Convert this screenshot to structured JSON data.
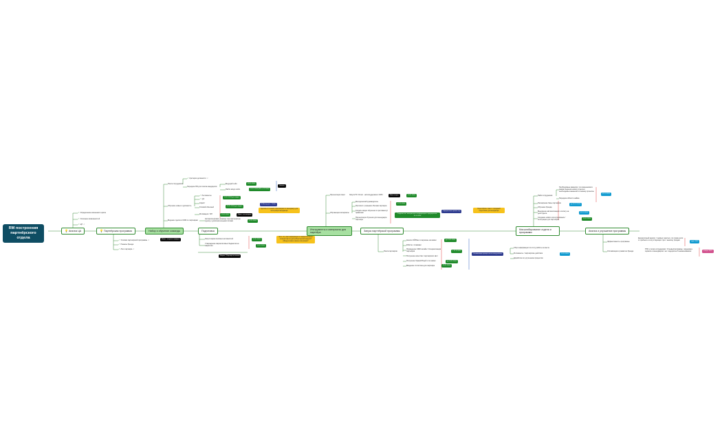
{
  "root": {
    "title": "RM построения партнёрского отдела"
  },
  "icons": {
    "idea": "lightbulb-icon",
    "done": "check-icon",
    "link": "link-icon"
  },
  "colors": {
    "root": "#0e4d63",
    "hub_border": "#2f8a2f",
    "hub_fill": "#a7e0a1",
    "green_tag": "#1f8a2a",
    "cyan_tag": "#129bd0",
    "navy_tag": "#2e3b8f",
    "yellow_note": "#f7c21b",
    "pink_tag": "#d14f8c"
  },
  "analysis_ca": {
    "label": "Анализ ЦА",
    "items": [
      "Определение жизненного цикла",
      "Описание возможностей",
      "ЦП"
    ]
  },
  "partner_program": {
    "label": "Партнёрская программа",
    "items": [
      "Условия партнёрской программы",
      "Нюансы бренда",
      "Лого партнёра"
    ],
    "tag": "Маме - получить офферы"
  },
  "team": {
    "label": "Набор и обучение команды",
    "hiring": {
      "label": "Поиск сотрудников",
      "items": [
        "Критерии должности",
        "Передача HR для поиска кандидатов"
      ],
      "sub": [
        "Ведущий сейл",
        "Найти мидл сейлз"
      ],
      "tags": [
        "16.11.2024",
        "25.11.2024 (HR со 12.2024)"
      ],
      "note_tag": "Запасы"
    },
    "training": {
      "label": "Обучение новых в должность",
      "items": [
        "Регламенты",
        "QA",
        "Скрипт",
        "Типовой обычный",
        "Мотивация / KPI"
      ],
      "tags": [
        "15.11.2024 для видео",
        "15.11.2024 для видео",
        "15.11.2024"
      ],
      "black_tag": "Мини - поставщики",
      "navy": "В Вечер дня - 1 Кейс",
      "note": "Сделать в течении переговоров по менеджеру для интеграции менеджера"
    },
    "crm": {
      "label": "Ведение сделок в CRM по партнёрам",
      "item": "Автоматизировать воронку под партнерскую сделку с дополнительными полями",
      "tag": "12.11.2024"
    }
  },
  "preparation": {
    "label": "Подготовка",
    "items": [
      "Запуск маркетинговых активностей",
      "Утверждение маркетинговых бюджетов на маркетинг"
    ],
    "tags": [
      "12.11.2024",
      "15.11.2024"
    ],
    "note": "Есть ли у вас информация по маркетинговым сложностям по дистрибьюторской модели? (Фонд) в какие каналы запускаем?",
    "bottom_tag": "Маркет / Партнёр по итогам"
  },
  "tools": {
    "label": "Инструменты и материалы для партнёра",
    "presentation": {
      "label": "Презентация пакет",
      "item": "Запуск ПС Оплат - автоподдержка в CRM",
      "tags": [
        "Мини запуск",
        "13.11.2024"
      ]
    },
    "materials": {
      "label": "Обучающие материалы",
      "items": [
        "Методический руководитель",
        "Протокол с разными сбегами партнёра",
        "Создать видео обучение по регламенту/правилам",
        "Презентация обучения для менеджера партнёра"
      ],
      "tags": [
        "17.11.2024",
        "Создание кнт материалов и информации о предприятии - 15.11.2024"
      ],
      "navy": "Оформление правил игр",
      "note": "Пересобрать пакет с продажей подготовки для менеджера"
    }
  },
  "launch": {
    "label": "Запуск партнёрской программы",
    "attract": {
      "label": "Поиск партнёров",
      "items": [
        "Анализ ОЙ/Ранг и вершины на камни",
        "Работа с ставками",
        "Проведение CRM онлайн / Специализация партнёров",
        "Получение качества / партнёрских квот",
        "Получение брана/Общей и по камни",
        "Введение статистика для партнёра"
      ],
      "tags": [
        "до 13.11.2024",
        "с 11.11.2024",
        "до 10.11.2024",
        "15.11.2024"
      ],
      "navy": "Оптимизация процессов по итогу работы",
      "sub": [
        "Сбор информации по итогу работы на месте",
        "Регламенты / партнёрские действия",
        "Доработка по улучшению процессов"
      ],
      "cyan": "15.12.2024"
    }
  },
  "scaling": {
    "label": "Масштабирование отдела и программы",
    "sales": {
      "label": "Найм сотрудников",
      "items": [
        "Необходимые вакансии: по изменениям в рамках ведения нового отдела и необходимых вакансий по новому прошлое",
        "Передача области найма"
      ],
      "tag": "01.12.2024"
    },
    "items": [
      "Расширение базы партнёров",
      "Обучение бренда",
      "Внедрение автоматизации и оплату на дом отдела",
      "Создание нового интегрирования / интеграции для партнёров"
    ],
    "tags": [
      "до 01.12.2024",
      "01.12.2024",
      "25.12.2024"
    ]
  },
  "analytics": {
    "label": "Анализ и улучшение программы",
    "efficiency": {
      "label": "Эффективность программы",
      "item": "Ежемесячный анализ / годовых занятых, по сумме доли от прибыли и сопутствующих трат / анализу продаж",
      "tag": "один 2025"
    },
    "optimization": {
      "label": "Оптимизация и развитие бренда",
      "item": "ПНС и поиск сотрудников / Отзывы/программы, поддержка сервиса и менеджеров / нет лидеров на 5 наименованиях",
      "tag": "январь 2025"
    }
  }
}
